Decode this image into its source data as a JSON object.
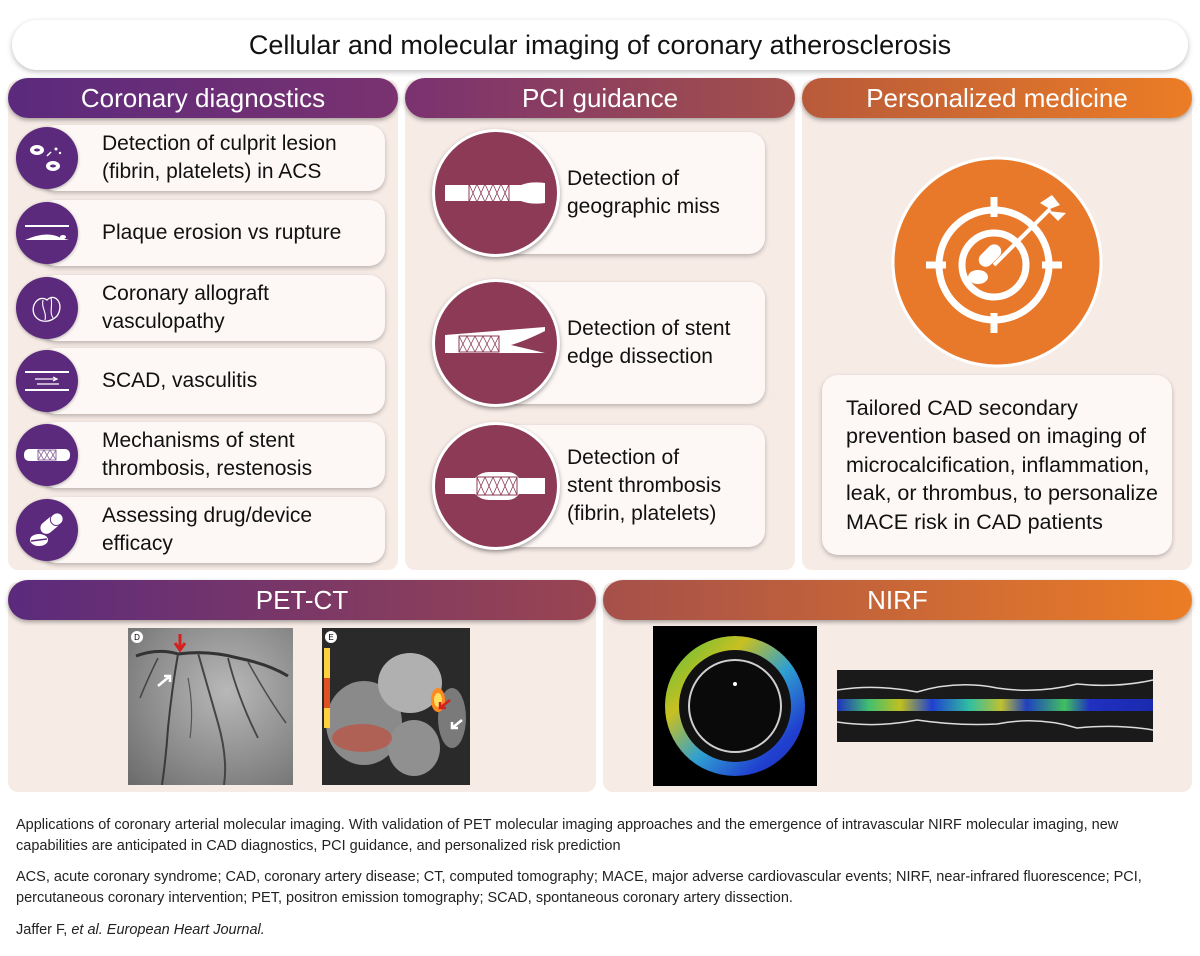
{
  "title": "Cellular and molecular imaging of coronary atherosclerosis",
  "colors": {
    "purple": "#5b2a7d",
    "mauve": "#8c3a55",
    "orange": "#e8782a",
    "panel": "#f7ebe6"
  },
  "sections": {
    "coronary_diagnostics": {
      "header": "Coronary diagnostics",
      "items": [
        {
          "line1": "Detection of culprit lesion",
          "line2": "(fibrin, platelets) in ACS",
          "icon": "cells-icon"
        },
        {
          "line1": "Plaque erosion vs rupture",
          "line2": "",
          "icon": "plaque-icon"
        },
        {
          "line1": "Coronary allograft",
          "line2": "vasculopathy",
          "icon": "heart-vessel-icon"
        },
        {
          "line1": "SCAD, vasculitis",
          "line2": "",
          "icon": "dissection-icon"
        },
        {
          "line1": "Mechanisms of stent",
          "line2": "thrombosis, restenosis",
          "icon": "stent-icon"
        },
        {
          "line1": "Assessing drug/device",
          "line2": "efficacy",
          "icon": "pill-icon"
        }
      ]
    },
    "pci_guidance": {
      "header": "PCI guidance",
      "items": [
        {
          "line1": "Detection of",
          "line2": "geographic miss",
          "line3": ""
        },
        {
          "line1": "Detection of stent",
          "line2": "edge dissection",
          "line3": ""
        },
        {
          "line1": "Detection of",
          "line2": "stent thrombosis",
          "line3": "(fibrin, platelets)"
        }
      ]
    },
    "personalized_medicine": {
      "header": "Personalized medicine",
      "lines": [
        "Tailored CAD secondary",
        "prevention based on imaging of",
        "microcalcification, inflammation,",
        "leak, or thrombus, to personalize",
        "MACE risk in CAD patients"
      ]
    },
    "pet_ct": {
      "header": "PET-CT",
      "label_d": "D",
      "label_e": "E"
    },
    "nirf": {
      "header": "NIRF"
    }
  },
  "caption": {
    "main": "Applications of coronary arterial molecular imaging. With validation of PET molecular imaging approaches and the emergence of intravascular NIRF molecular imaging, new capabilities are anticipated in CAD diagnostics, PCI guidance, and personalized risk prediction",
    "abbrev_line1": "ACS, acute coronary syndrome; CAD, coronary artery disease; CT, computed tomography; MACE, major adverse cardiovascular events; NIRF, near-infrared fluorescence; PCI,",
    "abbrev_line2": "percutaneous coronary intervention; PET, positron emission tomography; SCAD, spontaneous coronary artery dissection.",
    "citation_author": "Jaffer F, ",
    "citation_rest": "et al. European Heart Journal."
  }
}
